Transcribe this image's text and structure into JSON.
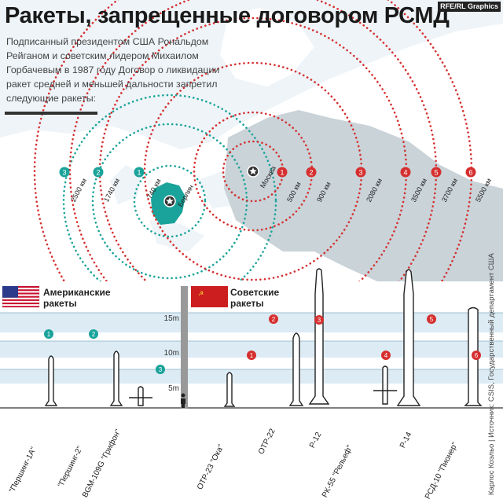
{
  "title": "Ракеты, запрещенные договором РСМД",
  "brand": "RFE/RL Graphics",
  "intro": "Подписанный президентом США Рональдом Рейганом и советским лидером Михаилом Горбачевым в 1987 году Договор о ликвидации ракет средней и меньшей дальности запретил следующие ракеты:",
  "colors": {
    "us": "#1aa39a",
    "ussr": "#d62f2f",
    "band": "#dcebf4",
    "map_sea": "#e8f1f6",
    "map_land": "#ffffff"
  },
  "cities": {
    "berlin": "Берлин",
    "moscow": "Москва"
  },
  "us_group_label": "Американские ракеты",
  "ussr_group_label": "Советские ракеты",
  "scale_labels": [
    "15m",
    "10m",
    "5m"
  ],
  "us_ranges": [
    {
      "n": "1",
      "range": "740 км"
    },
    {
      "n": "2",
      "range": "1740 км"
    },
    {
      "n": "3",
      "range": "2500 км"
    }
  ],
  "ussr_ranges": [
    {
      "n": "1",
      "range": "500 км"
    },
    {
      "n": "2",
      "range": "900 км"
    },
    {
      "n": "3",
      "range": "2080 км"
    },
    {
      "n": "4",
      "range": "3500 км"
    },
    {
      "n": "5",
      "range": "3700 км"
    },
    {
      "n": "6",
      "range": "5500 км"
    }
  ],
  "us_missiles": [
    {
      "n": "1",
      "name": "\"Першинг-1А\""
    },
    {
      "n": "2",
      "name": "\"Першинг-2\""
    },
    {
      "n": "3",
      "name": "BGM-109G \"Грифон\""
    }
  ],
  "ussr_missiles": [
    {
      "n": "1",
      "name": "ОТР-23 \"Ока\""
    },
    {
      "n": "2",
      "name": "ОТР-22"
    },
    {
      "n": "3",
      "name": "Р-12"
    },
    {
      "n": "4",
      "name": "РК-55 \"Рельеф\""
    },
    {
      "n": "5",
      "name": "Р-14"
    },
    {
      "n": "6",
      "name": "РСД-10 \"Пионер\""
    }
  ],
  "credit": "Карлос Коэльо | Источник: CSIS, Государственный департамент США"
}
